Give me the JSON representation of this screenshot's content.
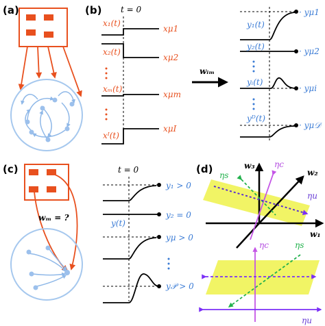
{
  "panels": {
    "a": "(a)",
    "b": "(b)",
    "c": "(c)",
    "d": "(d)"
  },
  "panel_b": {
    "time_label": "t = 0",
    "inputs": [
      "x₁(t)",
      "x₂(t)",
      "xₘ(t)",
      "xᴵ(t)"
    ],
    "input_levels": [
      "xμ1",
      "xμ2",
      "xμm",
      "xμI"
    ],
    "arrow_label": "wᵢₘ",
    "outputs": [
      "y₁(t)",
      "y₂(t)",
      "yᵢ(t)",
      "yᴰ(t)"
    ],
    "output_levels": [
      "· yμ1",
      "· yμ2",
      "· yμi",
      "· yμ𝒟"
    ]
  },
  "panel_c": {
    "weight_question": "wₘ = ?",
    "time_label": "t = 0",
    "signal_label": "y(t)",
    "outputs": [
      "y₁ > 0",
      "y₂ = 0",
      "yμ > 0",
      "y𝒫 > 0"
    ]
  },
  "panel_d": {
    "axes": [
      "w₃",
      "w₂",
      "w₁"
    ],
    "eigen": [
      "ηc",
      "ηs",
      "ηu"
    ]
  },
  "colors": {
    "orange": "#e8501e",
    "blue": "#a6c8ee",
    "label_blue": "#3a7bd5",
    "yellow": "#eef24a",
    "purple": "#7b2ff7",
    "green": "#22b14c",
    "magenta": "#c455e6"
  }
}
